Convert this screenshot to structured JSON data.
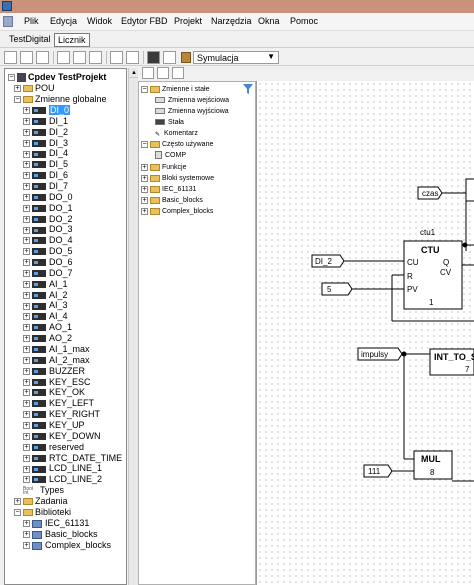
{
  "menubar": {
    "items": [
      "Plik",
      "Edycja",
      "Widok",
      "Edytor FBD",
      "Projekt",
      "Narzędzia",
      "Okna",
      "Pomoc"
    ]
  },
  "tabs": [
    "TestDigital",
    "Licznik"
  ],
  "toolbar": {
    "mode_select": "Symulacja"
  },
  "tree": {
    "root": "Cpdev TestProjekt",
    "pou": "POU",
    "globals": "Zmienne globalne",
    "variables": [
      "DI_0",
      "DI_1",
      "DI_2",
      "DI_3",
      "DI_4",
      "DI_5",
      "DI_6",
      "DI_7",
      "DO_0",
      "DO_1",
      "DO_2",
      "DO_3",
      "DO_4",
      "DO_5",
      "DO_6",
      "DO_7",
      "AI_1",
      "AI_2",
      "AI_3",
      "AI_4",
      "AO_1",
      "AO_2",
      "AI_1_max",
      "AI_2_max",
      "BUZZER",
      "KEY_ESC",
      "KEY_OK",
      "KEY_LEFT",
      "KEY_RIGHT",
      "KEY_UP",
      "KEY_DOWN",
      "reserved",
      "RTC_DATE_TIME",
      "LCD_LINE_1",
      "LCD_LINE_2"
    ],
    "types": "Types",
    "tasks": "Zadania",
    "libraries": "Biblioteki",
    "library_items": [
      "IEC_61131",
      "Basic_blocks",
      "Complex_blocks"
    ]
  },
  "library": {
    "vars_group": "Zmienne i stałe",
    "vars_children": [
      "Zmienna wejściowa",
      "Zmienna wyjściowa",
      "Stała",
      "Komentarz"
    ],
    "frequent_group": "Często używane",
    "frequent_children": [
      "COMP"
    ],
    "others": [
      "Funkcje",
      "Bloki systemowe",
      "IEC_61131",
      "Basic_blocks",
      "Complex_blocks"
    ]
  },
  "diagram": {
    "ctu_instance": "ctu1",
    "ctu_type": "CTU",
    "ctu_inputs": [
      "CU",
      "R",
      "PV"
    ],
    "ctu_outputs": [
      "Q",
      "CV"
    ],
    "ctu_order": "1",
    "input_di": "DI_2",
    "input_const": "5",
    "input_czas": "czas",
    "input_impulsy": "impulsy",
    "int_block": "INT_TO_S",
    "int_order": "7",
    "mul_block": "MUL",
    "mul_order": "8",
    "input_const2": "111"
  }
}
